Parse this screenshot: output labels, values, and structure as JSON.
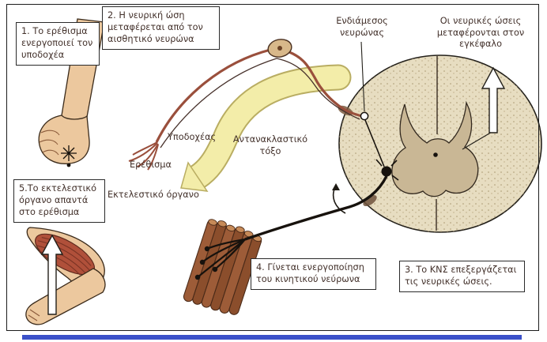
{
  "figure": {
    "description_tag": ""
  },
  "steps": {
    "step1": "1. Το ερέθισμα ενεργοποιεί τον υποδοχέα",
    "step2": "2. Η νευρική ώση μεταφέρεται από τον αισθητικό νευρώνα",
    "step3": "3. Το ΚΝΣ επεξεργάζεται τις νευρικές ώσεις.",
    "step4": "4. Γίνεται ενεργοποίηση του κινητικού νεύρωνα",
    "step5": "5.Το εκτελεστικό όργανο απαντά στο ερέθισμα"
  },
  "labels": {
    "interneuron": "Ενδιάμεσος νευρώνας",
    "to_brain": "Οι νευρικές ώσεις μεταφέρονται στον εγκέφαλο",
    "receptor": "Υποδοχέας",
    "stimulus": "Ερέθισμα",
    "reflex_arc": "Αντανακλαστικό τόξο",
    "effector_organ": "Εκτελεστικό όργανο"
  },
  "colors": {
    "skin": "#ecc89e",
    "cord": "#e7ddc1",
    "gray_matter": "#c9b795",
    "sensory_nerve": "#9a4f3c",
    "motor_nerve": "#17120d",
    "biceps_muscle": "#b0503a",
    "muscle_fiber": "#9d5c38",
    "reflex_arrow": "#f3eda9",
    "text": "#42302a",
    "frame": "#1c1c1c",
    "bottom_strip": "#3b51c9"
  }
}
